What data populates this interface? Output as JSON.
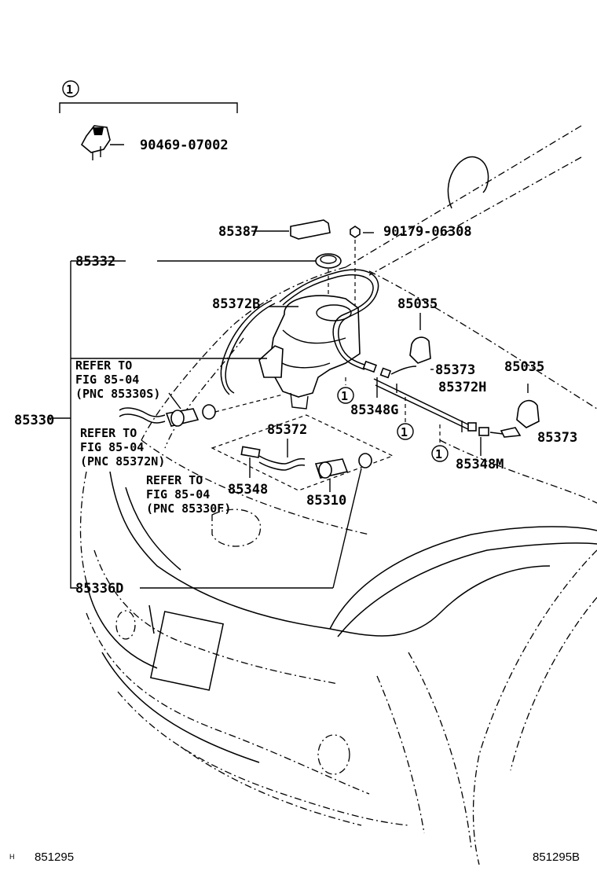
{
  "callout": {
    "number": "1",
    "clip_part": "90469-07002"
  },
  "parts": {
    "p85387": "85387",
    "p90179": "90179-06308",
    "p85332": "85332",
    "p85372B": "85372B",
    "p85035a": "85035",
    "p85373a": "85373",
    "p85035b": "85035",
    "p85372H": "85372H",
    "p85348G": "85348G",
    "p85330": "85330",
    "p85372": "85372",
    "p85373b": "85373",
    "p85348M": "85348M",
    "p85348": "85348",
    "p85310": "85310",
    "p85336D": "85336D"
  },
  "refs": {
    "ref1": [
      "REFER TO",
      "FIG 85-04",
      "(PNC 85330S)"
    ],
    "ref2": [
      "REFER TO",
      "FIG 85-04",
      "(PNC 85372N)"
    ],
    "ref3": [
      "REFER TO",
      "FIG 85-04",
      "(PNC 85330F)"
    ]
  },
  "circle_marker": "1",
  "footer": {
    "marker": "H",
    "left_code": "851295",
    "right_code": "851295B"
  }
}
